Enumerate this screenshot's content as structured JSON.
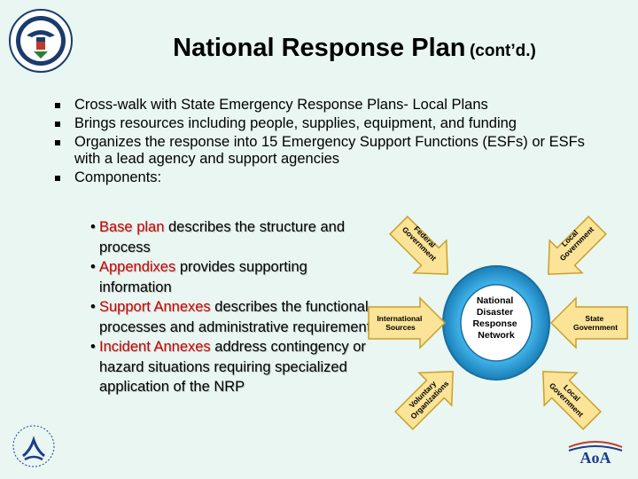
{
  "title": {
    "main": "National Response Plan",
    "sub": "(cont’d.)"
  },
  "bullets": [
    "Cross-walk with State Emergency Response Plans- Local Plans",
    "Brings resources including people, supplies, equipment, and funding",
    "Organizes the response into 15 Emergency Support Functions (ESFs) or ESFs with a lead agency and support agencies",
    "Components:"
  ],
  "components": [
    {
      "keyword": "Base plan",
      "text": " describes the structure and process"
    },
    {
      "keyword": "Appendixes",
      "text": " provides supporting information"
    },
    {
      "keyword": "Support Annexes",
      "text": " describes the functional processes and administrative requirements"
    },
    {
      "keyword": "Incident Annexes",
      "text": " address contingency or hazard situations requiring specialized application of the NRP"
    }
  ],
  "diagram": {
    "center": [
      "National",
      "Disaster",
      "Response",
      "Network"
    ],
    "federal": [
      "Federal",
      "Government"
    ],
    "local_top": [
      "Local",
      "Government"
    ],
    "international": [
      "International",
      "Sources"
    ],
    "state": [
      "State",
      "Government"
    ],
    "voluntary": [
      "Voluntary",
      "Organizations"
    ],
    "local_bottom": [
      "Local",
      "Government"
    ]
  },
  "colors": {
    "background": "#e9f6f1",
    "keyword_red": "#cc0000",
    "arrow_fill": "#fbe397",
    "arrow_stroke": "#c8a02a",
    "ring_blue": "#2a9bd3"
  },
  "logos": {
    "seal": "dhs-seal-icon",
    "hhs": "hhs-logo-icon",
    "aoa": "AoA"
  }
}
